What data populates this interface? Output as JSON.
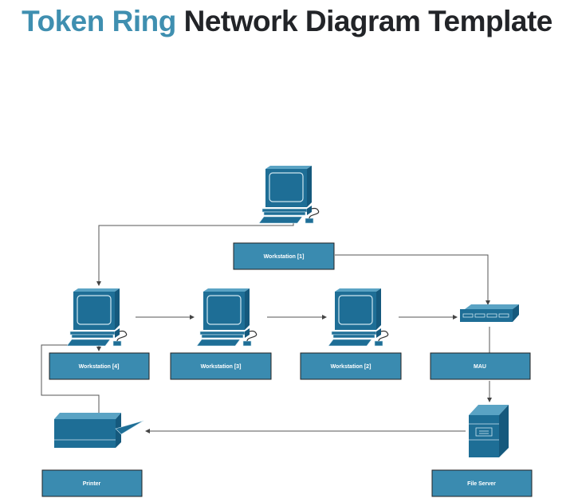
{
  "title": {
    "accent": "Token Ring",
    "rest": " Network Diagram Template"
  },
  "colors": {
    "accent": "#3f8fb0",
    "node_fill": "#1e6e96",
    "label_fill": "#3a8bb0",
    "line": "#555555"
  },
  "nodes": {
    "ws1": {
      "label": "Workstation [1]",
      "icon": "computer-icon"
    },
    "ws2": {
      "label": "Workstation [2]",
      "icon": "computer-icon"
    },
    "ws3": {
      "label": "Workstation [3]",
      "icon": "computer-icon"
    },
    "ws4": {
      "label": "Workstation [4]",
      "icon": "computer-icon"
    },
    "mau": {
      "label": "MAU",
      "icon": "hub-icon"
    },
    "fileserver": {
      "label": "File Server",
      "icon": "server-icon"
    },
    "printer": {
      "label": "Printer",
      "icon": "printer-icon"
    }
  },
  "connections": [
    {
      "from": "ws1",
      "to": "ws4"
    },
    {
      "from": "ws1",
      "to": "mau"
    },
    {
      "from": "ws4",
      "to": "ws3"
    },
    {
      "from": "ws3",
      "to": "ws2"
    },
    {
      "from": "ws2",
      "to": "mau"
    },
    {
      "from": "mau",
      "to": "fileserver"
    },
    {
      "from": "fileserver",
      "to": "printer"
    },
    {
      "from": "printer",
      "to": "ws4"
    }
  ]
}
